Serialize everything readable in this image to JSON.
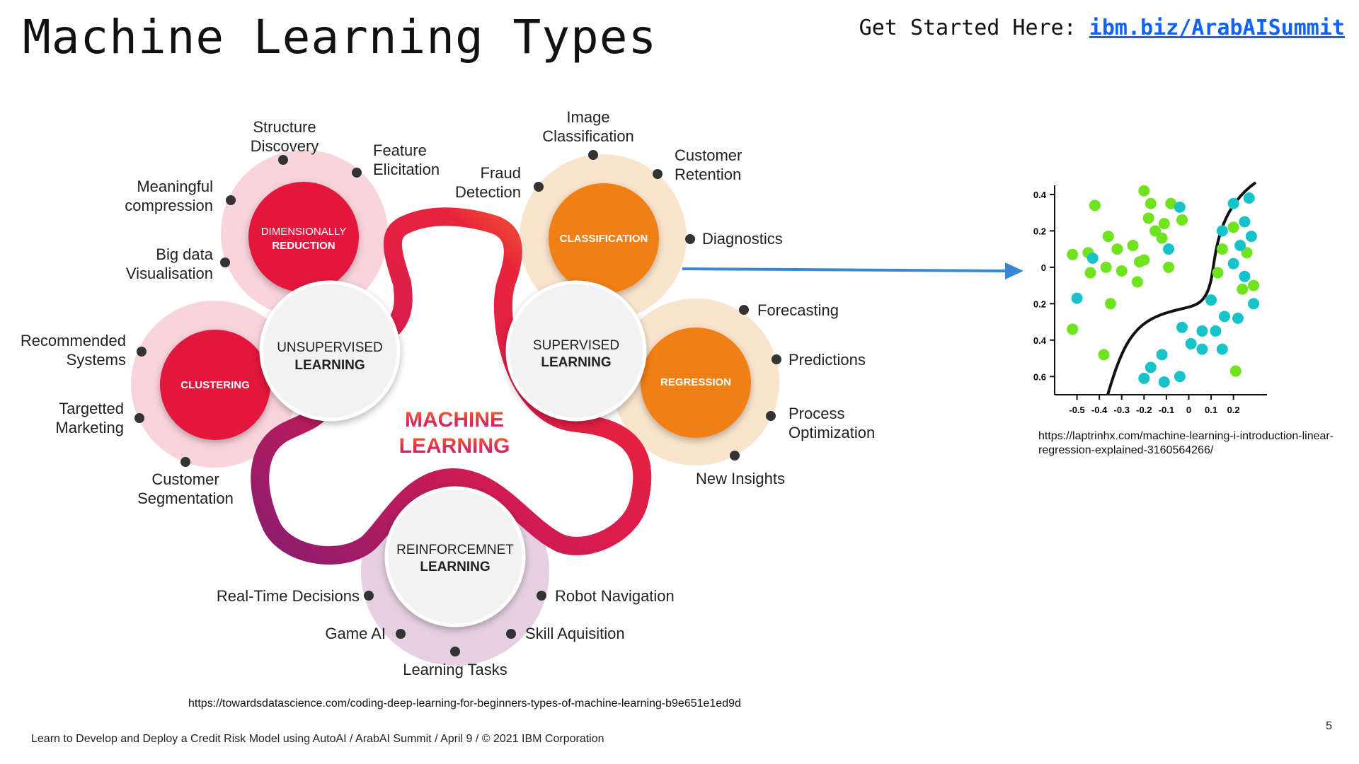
{
  "header": {
    "title": "Machine Learning Types",
    "get_started_label": "Get Started Here:",
    "get_started_link": "ibm.biz/ArabAISummit"
  },
  "diagram": {
    "center": [
      "MACHINE",
      "LEARNING"
    ],
    "hubs": {
      "unsupervised": [
        "UNSUPERVISED",
        "LEARNING"
      ],
      "supervised": [
        "SUPERVISED",
        "LEARNING"
      ],
      "reinforcement": [
        "REINFORCEMNET",
        "LEARNING"
      ]
    },
    "categories": {
      "dimensionality": [
        "DIMENSIONALLY",
        "REDUCTION"
      ],
      "clustering": "CLUSTERING",
      "classification": "CLASSIFICATION",
      "regression": "REGRESSION"
    },
    "labels": {
      "structure_discovery": [
        "Structure",
        "Discovery"
      ],
      "feature_elicitation": [
        "Feature",
        "Elicitation"
      ],
      "meaningful_compression": [
        "Meaningful",
        "compression"
      ],
      "big_data": [
        "Big data",
        "Visualisation"
      ],
      "recommended_systems": [
        "Recommended",
        "Systems"
      ],
      "targetted_marketing": [
        "Targetted",
        "Marketing"
      ],
      "customer_segmentation": [
        "Customer",
        "Segmentation"
      ],
      "image_classification": [
        "Image",
        "Classification"
      ],
      "customer_retention": [
        "Customer",
        "Retention"
      ],
      "fraud_detection": [
        "Fraud",
        "Detection"
      ],
      "diagnostics": "Diagnostics",
      "forecasting": "Forecasting",
      "predictions": "Predictions",
      "process_optimization": [
        "Process",
        "Optimization"
      ],
      "new_insights": "New Insights",
      "real_time_decisions": "Real-Time Decisions",
      "robot_navigation": "Robot Navigation",
      "game_ai": "Game AI",
      "skill_aquisition": "Skill Aquisition",
      "learning_tasks": "Learning Tasks"
    },
    "source": "https://towardsdatascience.com/coding-deep-learning-for-beginners-types-of-machine-learning-b9e651e1ed9d"
  },
  "chart_data": {
    "type": "scatter",
    "x_ticks": [
      "-0.5",
      "-0.4",
      "-0.3",
      "-0.2",
      "-0.1",
      "0",
      "0.1",
      "0.2"
    ],
    "y_ticks": [
      "0.4",
      "0.2",
      "0",
      "0.2",
      "0.4",
      "0.6"
    ],
    "series": [
      {
        "color": "#6fe31e",
        "points": [
          [
            -0.42,
            0.34
          ],
          [
            -0.2,
            0.42
          ],
          [
            -0.17,
            0.35
          ],
          [
            -0.08,
            0.35
          ],
          [
            -0.52,
            0.07
          ],
          [
            -0.45,
            0.08
          ],
          [
            -0.32,
            0.1
          ],
          [
            -0.37,
            0.0
          ],
          [
            -0.3,
            -0.02
          ],
          [
            -0.23,
            -0.08
          ],
          [
            -0.52,
            -0.34
          ],
          [
            -0.38,
            -0.48
          ],
          [
            -0.35,
            -0.2
          ],
          [
            -0.44,
            -0.03
          ],
          [
            -0.36,
            0.17
          ],
          [
            -0.25,
            0.12
          ],
          [
            -0.22,
            0.03
          ],
          [
            -0.11,
            0.24
          ],
          [
            -0.15,
            0.2
          ],
          [
            -0.09,
            0.0
          ],
          [
            -0.03,
            0.26
          ],
          [
            -0.18,
            0.27
          ],
          [
            -0.2,
            0.04
          ],
          [
            -0.12,
            0.16
          ],
          [
            0.13,
            -0.03
          ],
          [
            0.2,
            0.22
          ],
          [
            0.15,
            0.1
          ],
          [
            0.26,
            0.08
          ],
          [
            0.24,
            -0.12
          ],
          [
            0.29,
            -0.1
          ],
          [
            0.21,
            -0.57
          ]
        ]
      },
      {
        "color": "#17c3c8",
        "points": [
          [
            -0.5,
            -0.17
          ],
          [
            -0.43,
            0.05
          ],
          [
            -0.09,
            0.1
          ],
          [
            -0.04,
            0.33
          ],
          [
            0.2,
            0.35
          ],
          [
            0.27,
            0.38
          ],
          [
            0.25,
            0.25
          ],
          [
            0.15,
            0.2
          ],
          [
            0.23,
            0.12
          ],
          [
            0.2,
            0.02
          ],
          [
            0.1,
            -0.18
          ],
          [
            0.16,
            -0.27
          ],
          [
            0.06,
            -0.35
          ],
          [
            0.06,
            -0.45
          ],
          [
            0.22,
            -0.28
          ],
          [
            0.29,
            -0.2
          ],
          [
            0.12,
            -0.35
          ],
          [
            0.15,
            -0.45
          ],
          [
            0.01,
            -0.42
          ],
          [
            -0.03,
            -0.33
          ],
          [
            -0.12,
            -0.48
          ],
          [
            -0.17,
            -0.55
          ],
          [
            -0.2,
            -0.61
          ],
          [
            -0.11,
            -0.63
          ],
          [
            -0.04,
            -0.6
          ],
          [
            0.28,
            0.17
          ],
          [
            0.25,
            -0.05
          ]
        ]
      }
    ],
    "source": "https://laptrinhx.com/machine-learning-i-introduction-linear-regression-explained-3160564266/"
  },
  "footer": {
    "text": "Learn to Develop and Deploy a Credit Risk Model using AutoAI / ArabAI Summit / April 9 / © 2021 IBM Corporation",
    "page": "5"
  },
  "colors": {
    "dim": "#e3173e",
    "dim_ring": "#f9d4db",
    "clust": "#e3173e",
    "clust_ring": "#f9d4db",
    "cls": "#f08015",
    "cls_ring": "#fbe4cd",
    "reg": "#f08015",
    "reg_ring": "#fbe4cd",
    "rl_ring": "#e6d0e2",
    "arrow": "#3a86d1"
  }
}
